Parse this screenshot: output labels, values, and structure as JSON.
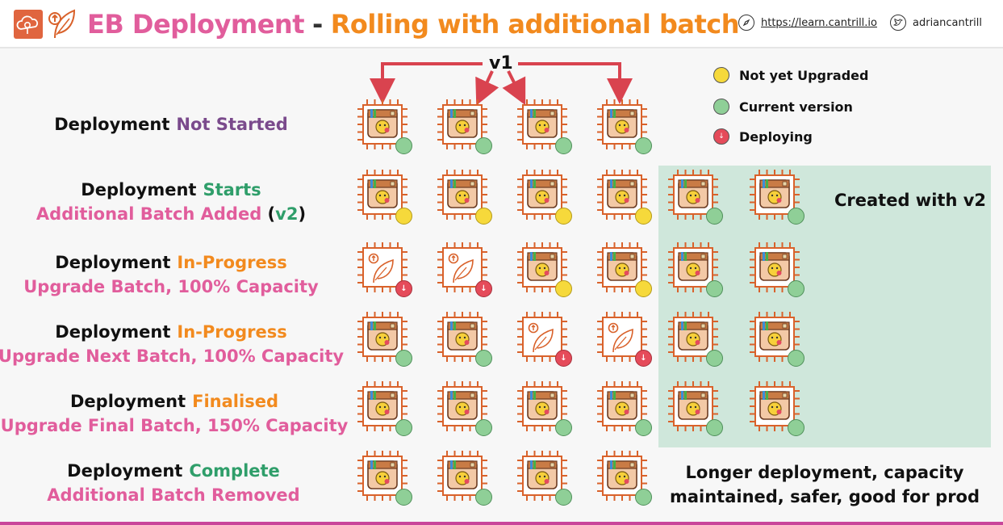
{
  "header": {
    "title": "EB Deployment",
    "separator": "-",
    "subtitle": "Rolling with additional batch",
    "website": "https://learn.cantrill.io",
    "twitter": "adriancantrill",
    "icons": [
      "cloud-gear-icon",
      "leaf-upload-icon",
      "compass-icon",
      "twitter-bird-icon"
    ]
  },
  "version_label": "v1",
  "legend": [
    {
      "label": "Not yet Upgraded",
      "status": "yellow",
      "color": "#f6d93b"
    },
    {
      "label": "Current version",
      "status": "green",
      "color": "#8fcf97"
    },
    {
      "label": "Deploying",
      "status": "red",
      "color": "#e54b5a"
    }
  ],
  "stages": [
    {
      "line1_prefix": "Deployment",
      "line1_state": "Not Started",
      "line1_color": "purple",
      "line2": "",
      "line2_extra": "",
      "instances": [
        "green",
        "green",
        "green",
        "green"
      ],
      "extra": []
    },
    {
      "line1_prefix": "Deployment",
      "line1_state": "Starts",
      "line1_color": "green",
      "line2": "Additional Batch Added",
      "line2_extra": "v2",
      "instances": [
        "yellow",
        "yellow",
        "yellow",
        "yellow"
      ],
      "extra": [
        "green",
        "green"
      ]
    },
    {
      "line1_prefix": "Deployment",
      "line1_state": "In-Progress",
      "line1_color": "orange",
      "line2": "Upgrade Batch, 100% Capacity",
      "line2_extra": "",
      "instances": [
        "deploying",
        "deploying",
        "yellow",
        "yellow"
      ],
      "extra": [
        "green",
        "green"
      ]
    },
    {
      "line1_prefix": "Deployment",
      "line1_state": "In-Progress",
      "line1_color": "orange",
      "line2": "Upgrade Next Batch, 100% Capacity",
      "line2_extra": "",
      "instances": [
        "green",
        "green",
        "deploying",
        "deploying"
      ],
      "extra": [
        "green",
        "green"
      ]
    },
    {
      "line1_prefix": "Deployment",
      "line1_state": "Finalised",
      "line1_color": "orange",
      "line2": "Upgrade Final Batch, 150% Capacity",
      "line2_extra": "",
      "instances": [
        "green",
        "green",
        "green",
        "green"
      ],
      "extra": [
        "green",
        "green"
      ]
    },
    {
      "line1_prefix": "Deployment",
      "line1_state": "Complete",
      "line1_color": "green",
      "line2": "Additional Batch Removed",
      "line2_extra": "",
      "instances": [
        "green",
        "green",
        "green",
        "green"
      ],
      "extra": []
    }
  ],
  "created_note": "Created with v2",
  "final_note": [
    "Longer deployment, capacity",
    "maintained, safer, good for prod"
  ],
  "colors": {
    "accent_pink": "#e15d9c",
    "accent_orange": "#f28a1e",
    "chip": "#d9622b",
    "panel": "#cfe7db",
    "arrow": "#d9434f"
  }
}
